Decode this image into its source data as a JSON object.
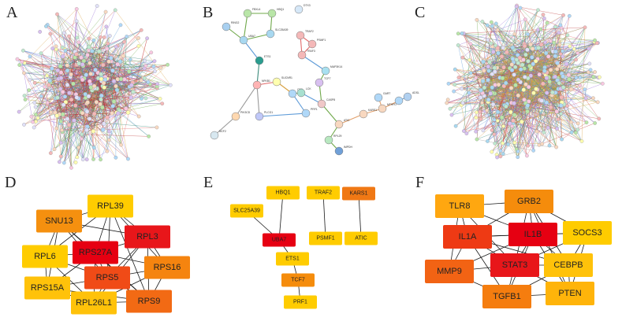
{
  "panels": {
    "A": {
      "label": "A"
    },
    "B": {
      "label": "B"
    },
    "C": {
      "label": "C"
    },
    "D": {
      "label": "D"
    },
    "E": {
      "label": "E"
    },
    "F": {
      "label": "F"
    }
  },
  "hub_networks": {
    "D": {
      "nodes": [
        {
          "id": "RPL39",
          "label": "RPL39",
          "color": "#FFCC00"
        },
        {
          "id": "SNU13",
          "label": "SNU13",
          "color": "#F5900F"
        },
        {
          "id": "RPL3",
          "label": "RPL3",
          "color": "#E8161A"
        },
        {
          "id": "RPS27A",
          "label": "RPS27A",
          "color": "#E60012"
        },
        {
          "id": "RPL6",
          "label": "RPL6",
          "color": "#FFCC00"
        },
        {
          "id": "RPS16",
          "label": "RPS16",
          "color": "#F5840F"
        },
        {
          "id": "RPS5",
          "label": "RPS5",
          "color": "#F04B17"
        },
        {
          "id": "RPS15A",
          "label": "RPS15A",
          "color": "#FFC20A"
        },
        {
          "id": "RPL26L1",
          "label": "RPL26L1",
          "color": "#FFC20A"
        },
        {
          "id": "RPS9",
          "label": "RPS9",
          "color": "#F26A14"
        }
      ],
      "edges": [
        [
          "RPL39",
          "SNU13"
        ],
        [
          "RPL39",
          "RPL3"
        ],
        [
          "RPL39",
          "RPS27A"
        ],
        [
          "RPL39",
          "RPS5"
        ],
        [
          "RPL39",
          "RPS16"
        ],
        [
          "RPL39",
          "RPL6"
        ],
        [
          "RPL39",
          "RPS9"
        ],
        [
          "SNU13",
          "RPS27A"
        ],
        [
          "SNU13",
          "RPL6"
        ],
        [
          "SNU13",
          "RPS5"
        ],
        [
          "SNU13",
          "RPL3"
        ],
        [
          "SNU13",
          "RPS15A"
        ],
        [
          "SNU13",
          "RPS9"
        ],
        [
          "RPL3",
          "RPS27A"
        ],
        [
          "RPL3",
          "RPS16"
        ],
        [
          "RPL3",
          "RPS5"
        ],
        [
          "RPL3",
          "RPS9"
        ],
        [
          "RPL3",
          "RPL26L1"
        ],
        [
          "RPS27A",
          "RPL6"
        ],
        [
          "RPS27A",
          "RPS5"
        ],
        [
          "RPS27A",
          "RPS16"
        ],
        [
          "RPS27A",
          "RPS15A"
        ],
        [
          "RPS27A",
          "RPL26L1"
        ],
        [
          "RPS27A",
          "RPS9"
        ],
        [
          "RPL6",
          "RPS5"
        ],
        [
          "RPL6",
          "RPS15A"
        ],
        [
          "RPL6",
          "RPL26L1"
        ],
        [
          "RPS16",
          "RPS5"
        ],
        [
          "RPS16",
          "RPS9"
        ],
        [
          "RPS16",
          "RPL26L1"
        ],
        [
          "RPS5",
          "RPS15A"
        ],
        [
          "RPS5",
          "RPL26L1"
        ],
        [
          "RPS5",
          "RPS9"
        ],
        [
          "RPS15A",
          "RPL26L1"
        ],
        [
          "RPS15A",
          "RPS9"
        ],
        [
          "RPL26L1",
          "RPS9"
        ]
      ]
    },
    "E": {
      "nodes": [
        {
          "id": "HBQ1",
          "label": "HBQ1",
          "color": "#FFCC00"
        },
        {
          "id": "SLC25A39",
          "label": "SLC25A39",
          "color": "#FFCC00"
        },
        {
          "id": "TRAF2",
          "label": "TRAF2",
          "color": "#FFCC00"
        },
        {
          "id": "KARS1",
          "label": "KARS1",
          "color": "#F07814"
        },
        {
          "id": "UBA7",
          "label": "UBA7",
          "color": "#E60012"
        },
        {
          "id": "PSMF1",
          "label": "PSMF1",
          "color": "#FFCC00"
        },
        {
          "id": "ATIC",
          "label": "ATIC",
          "color": "#FFCC00"
        },
        {
          "id": "ETS1",
          "label": "ETS1",
          "color": "#FFCC00"
        },
        {
          "id": "TCF7",
          "label": "TCF7",
          "color": "#F58C0C"
        },
        {
          "id": "PRF1",
          "label": "PRF1",
          "color": "#FFCC00"
        }
      ],
      "edges": [
        [
          "HBQ1",
          "UBA7"
        ],
        [
          "SLC25A39",
          "UBA7"
        ],
        [
          "UBA7",
          "ETS1"
        ],
        [
          "ETS1",
          "TCF7"
        ],
        [
          "TCF7",
          "PRF1"
        ],
        [
          "TRAF2",
          "PSMF1"
        ],
        [
          "KARS1",
          "ATIC"
        ]
      ]
    },
    "F": {
      "nodes": [
        {
          "id": "TLR8",
          "label": "TLR8",
          "color": "#FFA710"
        },
        {
          "id": "GRB2",
          "label": "GRB2",
          "color": "#F58C0C"
        },
        {
          "id": "IL1A",
          "label": "IL1A",
          "color": "#EE3A14"
        },
        {
          "id": "IL1B",
          "label": "IL1B",
          "color": "#E60012"
        },
        {
          "id": "SOCS3",
          "label": "SOCS3",
          "color": "#FFCC00"
        },
        {
          "id": "MMP9",
          "label": "MMP9",
          "color": "#F26314"
        },
        {
          "id": "STAT3",
          "label": "STAT3",
          "color": "#E8161A"
        },
        {
          "id": "CEBPB",
          "label": "CEBPB",
          "color": "#FFC20A"
        },
        {
          "id": "TGFB1",
          "label": "TGFB1",
          "color": "#F57D0F"
        },
        {
          "id": "PTEN",
          "label": "PTEN",
          "color": "#FFB40A"
        }
      ],
      "edges": [
        [
          "TLR8",
          "IL1A"
        ],
        [
          "TLR8",
          "IL1B"
        ],
        [
          "TLR8",
          "STAT3"
        ],
        [
          "TLR8",
          "MMP9"
        ],
        [
          "TLR8",
          "GRB2"
        ],
        [
          "GRB2",
          "IL1A"
        ],
        [
          "GRB2",
          "IL1B"
        ],
        [
          "GRB2",
          "STAT3"
        ],
        [
          "GRB2",
          "SOCS3"
        ],
        [
          "GRB2",
          "PTEN"
        ],
        [
          "GRB2",
          "CEBPB"
        ],
        [
          "IL1A",
          "IL1B"
        ],
        [
          "IL1A",
          "MMP9"
        ],
        [
          "IL1A",
          "STAT3"
        ],
        [
          "IL1A",
          "TGFB1"
        ],
        [
          "IL1A",
          "CEBPB"
        ],
        [
          "IL1A",
          "SOCS3"
        ],
        [
          "IL1B",
          "SOCS3"
        ],
        [
          "IL1B",
          "STAT3"
        ],
        [
          "IL1B",
          "CEBPB"
        ],
        [
          "IL1B",
          "MMP9"
        ],
        [
          "IL1B",
          "TGFB1"
        ],
        [
          "IL1B",
          "PTEN"
        ],
        [
          "SOCS3",
          "STAT3"
        ],
        [
          "SOCS3",
          "CEBPB"
        ],
        [
          "SOCS3",
          "PTEN"
        ],
        [
          "MMP9",
          "STAT3"
        ],
        [
          "MMP9",
          "TGFB1"
        ],
        [
          "STAT3",
          "CEBPB"
        ],
        [
          "STAT3",
          "TGFB1"
        ],
        [
          "STAT3",
          "PTEN"
        ],
        [
          "CEBPB",
          "PTEN"
        ],
        [
          "CEBPB",
          "TGFB1"
        ],
        [
          "TGFB1",
          "PTEN"
        ]
      ]
    }
  },
  "string_network_B": {
    "nodes": [
      {
        "id": "b1",
        "label": "FBXL4",
        "color": "#B9E6A8"
      },
      {
        "id": "b2",
        "label": "HBQ1",
        "color": "#B9E6A8"
      },
      {
        "id": "b3",
        "label": "RING2",
        "color": "#A8D0F0"
      },
      {
        "id": "b4",
        "label": "SLC25A39",
        "color": "#A8D8F0"
      },
      {
        "id": "b5",
        "label": "UBA7",
        "color": "#A8D8F0"
      },
      {
        "id": "b6",
        "label": "DTX3",
        "color": "#D6E8F8"
      },
      {
        "id": "b7",
        "label": "ETS1",
        "color": "#2A9D8F"
      },
      {
        "id": "b8",
        "label": "TRAF2",
        "color": "#F4B8B8"
      },
      {
        "id": "b9",
        "label": "PSMF1",
        "color": "#F4B8B8"
      },
      {
        "id": "b10",
        "label": "TRAF3",
        "color": "#F4B8B8"
      },
      {
        "id": "b11",
        "label": "MAP3K14",
        "color": "#A8E0F0"
      },
      {
        "id": "b12",
        "label": "NFKB1",
        "color": "#FFB4B4"
      },
      {
        "id": "b13",
        "label": "SUCNR1",
        "color": "#FFFFB0"
      },
      {
        "id": "b14",
        "label": "CD2",
        "color": "#B0D8F8"
      },
      {
        "id": "b15",
        "label": "PRF1",
        "color": "#B0D8F8"
      },
      {
        "id": "b16",
        "label": "TCF7",
        "color": "#D8C0F0"
      },
      {
        "id": "b17",
        "label": "PIK3CD",
        "color": "#FFD8B0"
      },
      {
        "id": "b18",
        "label": "PLCG1",
        "color": "#C0C8F8"
      },
      {
        "id": "b19",
        "label": "LCK",
        "color": "#A8E0D0"
      },
      {
        "id": "b20",
        "label": "CASP8",
        "color": "#F0C8C8"
      },
      {
        "id": "b21",
        "label": "ATIC",
        "color": "#F8D8C0"
      },
      {
        "id": "b22",
        "label": "KARS1",
        "color": "#F8D8C0"
      },
      {
        "id": "b23",
        "label": "MTHFD",
        "color": "#F8D8C0"
      },
      {
        "id": "b24",
        "label": "PAICS",
        "color": "#B0D8F8"
      },
      {
        "id": "b25",
        "label": "GART",
        "color": "#B0D8F8"
      },
      {
        "id": "b26",
        "label": "ADSL",
        "color": "#B0D0F0"
      },
      {
        "id": "b27",
        "label": "IMPDH",
        "color": "#70A0D8"
      },
      {
        "id": "b28",
        "label": "RPL29",
        "color": "#B8E8C0"
      },
      {
        "id": "b29",
        "label": "NCF2",
        "color": "#D8E8F0"
      }
    ]
  }
}
